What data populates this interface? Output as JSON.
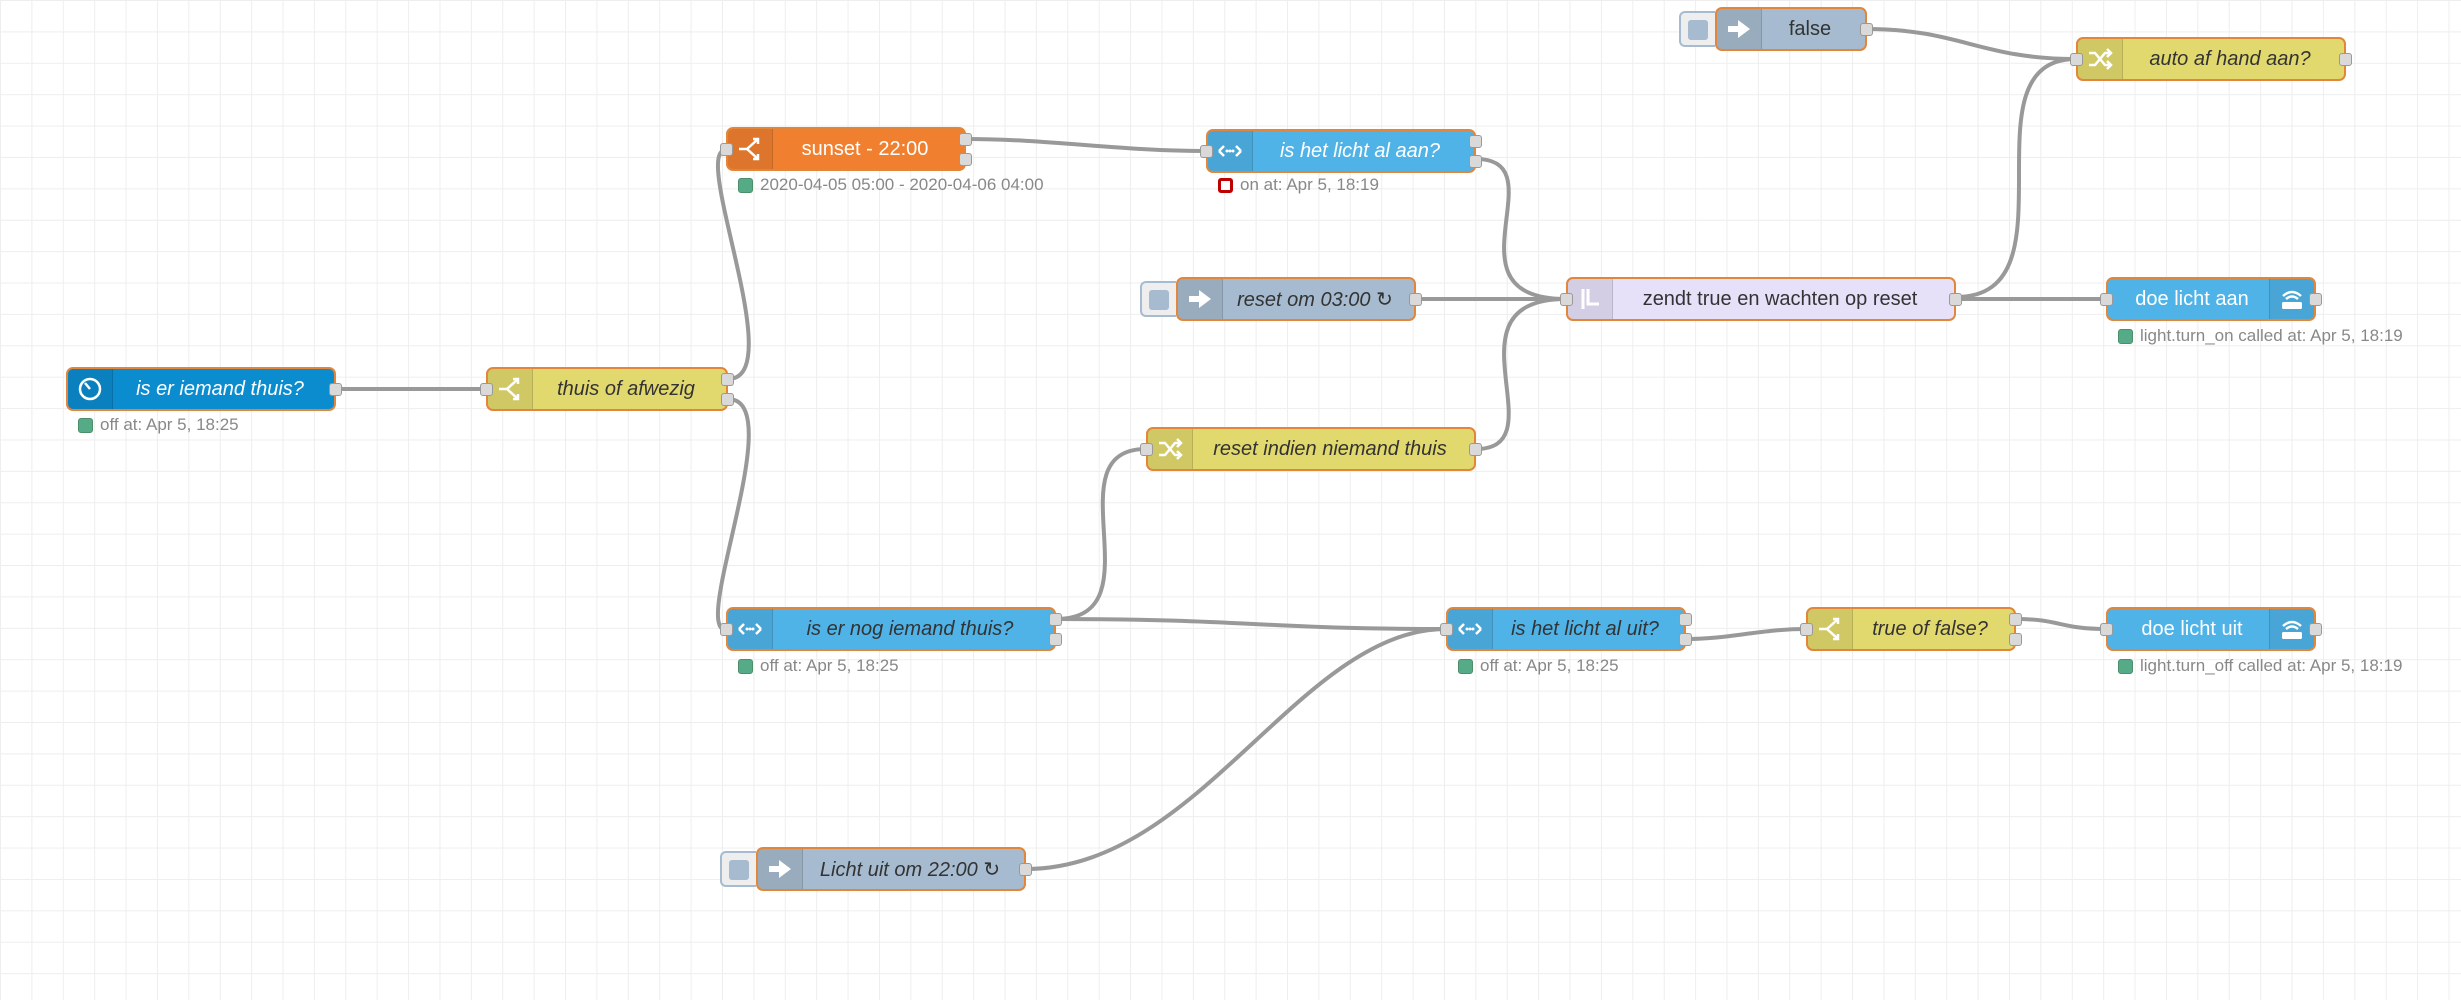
{
  "colors": {
    "wire": "#999999",
    "selected_border": "#e2863b",
    "inject": "#a6bbcf",
    "switch": "#e2d96e",
    "time_range": "#f08030",
    "api_state": "#4fb3e8",
    "service": "#4fb3e8",
    "trigger_state": "#0b8ccf",
    "gate": "#e6e0f8",
    "status_green": "#55aa88",
    "status_red": "#c00000"
  },
  "nodes": {
    "false_inject": {
      "label": "false",
      "icon": "arrow-in-icon"
    },
    "auto_af_hand": {
      "label": "auto af hand aan?",
      "icon": "shuffle-icon"
    },
    "sunset": {
      "label": "sunset - 22:00",
      "icon": "switch-icon"
    },
    "sunset_status": "2020-04-05 05:00 - 2020-04-06 04:00",
    "licht_al_aan": {
      "label": "is het licht al aan?",
      "icon": "arrows-icon"
    },
    "licht_al_aan_status": "on at: Apr 5, 18:19",
    "reset_0300": {
      "label": "reset om 03:00 ↻",
      "icon": "arrow-in-icon"
    },
    "zendt_true": {
      "label": "zendt true en wachten op reset",
      "icon": "gate-icon"
    },
    "doe_licht_aan": {
      "label": "doe licht aan",
      "icon": "router-icon"
    },
    "doe_licht_aan_status": "light.turn_on called at: Apr 5, 18:19",
    "iemand_thuis": {
      "label": "is er iemand thuis?",
      "icon": "timer-icon"
    },
    "iemand_thuis_status": "off at: Apr 5, 18:25",
    "thuis_afwezig": {
      "label": "thuis of afwezig",
      "icon": "switch-icon"
    },
    "reset_niemand": {
      "label": "reset indien niemand thuis",
      "icon": "shuffle-icon"
    },
    "nog_iemand": {
      "label": "is er nog iemand thuis?",
      "icon": "arrows-icon"
    },
    "nog_iemand_status": "off at: Apr 5, 18:25",
    "licht_al_uit": {
      "label": "is het licht al uit?",
      "icon": "arrows-icon"
    },
    "licht_al_uit_status": "off at: Apr 5, 18:25",
    "true_false": {
      "label": "true of false?",
      "icon": "switch-icon"
    },
    "doe_licht_uit": {
      "label": "doe licht uit",
      "icon": "router-icon"
    },
    "doe_licht_uit_status": "light.turn_off called at: Apr 5, 18:19",
    "licht_uit_2200": {
      "label": "Licht uit om 22:00 ↻",
      "icon": "arrow-in-icon"
    }
  }
}
